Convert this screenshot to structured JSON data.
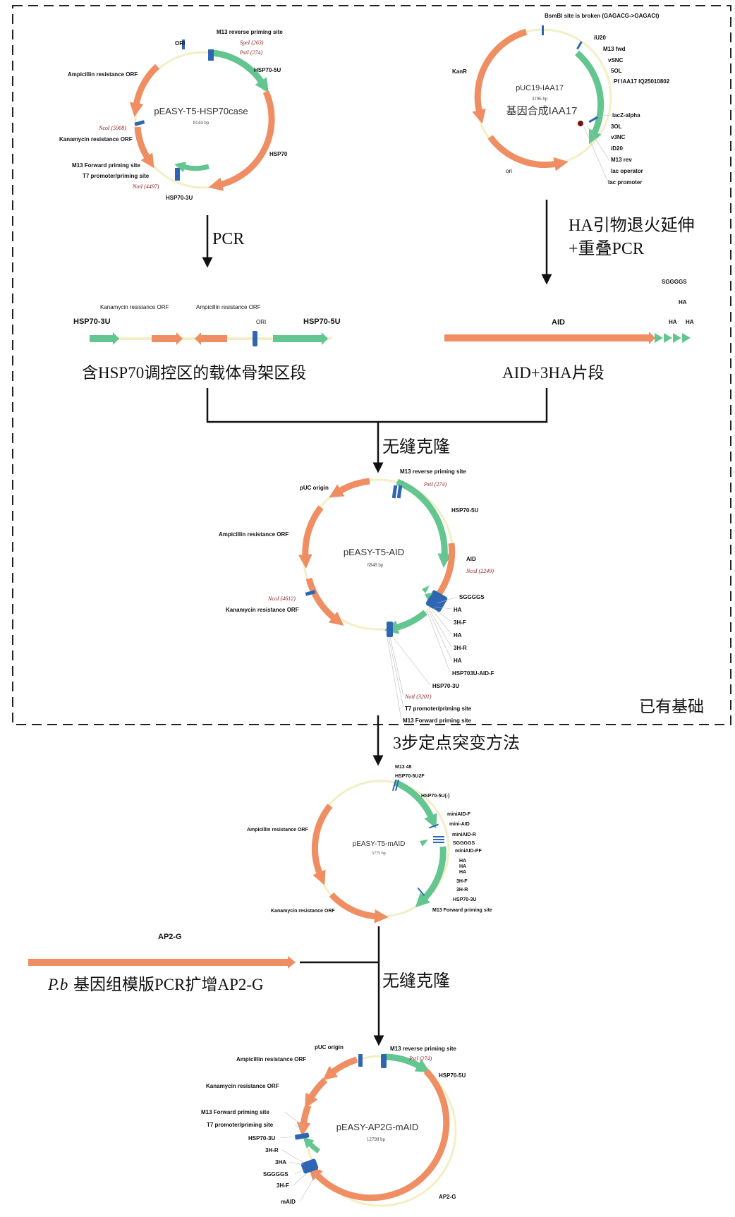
{
  "plasmid1": {
    "name": "pEASY-T5-HSP70case",
    "size": "8144 bp",
    "labels": {
      "ori": "ORI",
      "m13rev": "M13 reverse priming site",
      "spe": "SpeI (263)",
      "pst": "PstI (274)",
      "hsp5": "HSP70-5U",
      "amp": "Ampicillin resistance ORF",
      "nco": "NcoI (5908)",
      "kan": "Kanamycin resistance ORF",
      "hsp70": "HSP70",
      "m13fwd": "M13 Forward priming site",
      "t7": "T7 promoter/priming site",
      "not": "NotI (4497)",
      "hsp3": "HSP70-3U"
    }
  },
  "plasmid2": {
    "name": "pUC19-IAA17",
    "size": "3196 bp",
    "subtitle": "基因合成IAA17",
    "labels": {
      "bsmbi": "BsmBI site is broken (GAGACG->GAGACt)",
      "kanr": "KanR",
      "iu20": "iU20",
      "m13fwd": "M13 fwd",
      "vsnc": "vSNC",
      "sol": "5OL",
      "pfiaa": "Pf IAA17 IQ25010802",
      "lacz": "lacZ-alpha",
      "ol3": "3OL",
      "v3nc": "v3NC",
      "id20": "iD20",
      "m13rev": "M13 rev",
      "lacop": "lac operator",
      "lacprom": "lac promoter",
      "ori": "ori"
    }
  },
  "steps": {
    "pcr": "PCR",
    "ha_line1": "HA引物退火延伸",
    "ha_line2": "+重叠PCR",
    "seamless1": "无缝克隆",
    "mutagenesis": "3步定点突变方法",
    "seamless2": "无缝克隆",
    "basis": "已有基础"
  },
  "fragments": {
    "backbone": {
      "caption": "含HSP70调控区的载体骨架区段",
      "hsp3": "HSP70-3U",
      "kan": "Kanamycin resistance ORF",
      "amp": "Ampicillin resistance ORF",
      "ori": "ORI",
      "hsp5": "HSP70-5U"
    },
    "aid": {
      "caption": "AID+3HA片段",
      "aid": "AID",
      "sgggs": "SGGGGS",
      "ha1": "HA",
      "ha2": "HA",
      "ha3": "HA"
    },
    "ap2g": {
      "label": "AP2-G",
      "caption_italic": "P.b",
      "caption_rest": "基因组模版PCR扩增AP2-G"
    }
  },
  "plasmid3": {
    "name": "pEASY-T5-AID",
    "size": "6848 bp",
    "labels": {
      "m13rev": "M13 reverse priming site",
      "pst": "PstI (274)",
      "puc": "pUC origin",
      "hsp5": "HSP70-5U",
      "amp": "Ampicillin resistance ORF",
      "aid": "AID",
      "nco_r": "NcoI (2249)",
      "nco_l": "NcoI (4612)",
      "kan": "Kanamycin resistance ORF",
      "sgggs": "SGGGGS",
      "ha1": "HA",
      "h3f": "3H-F",
      "ha2": "HA",
      "h3r": "3H-R",
      "ha3": "HA",
      "hspaid": "HSP703U-AID-F",
      "hsp3": "HSP70-3U",
      "not": "NotI (3201)",
      "t7": "T7 promoter/priming site",
      "m13fwd": "M13 Forward priming site"
    }
  },
  "plasmid4": {
    "name": "pEASY-T5-mAID",
    "size": "5775 bp",
    "labels": {
      "m13_48": "M13 48",
      "hsp5u2f": "HSP70-5U2F",
      "hsp5neg": "HSP70-5U(-)",
      "miniaidf": "miniAID-F",
      "miniaid": "mini-AID",
      "miniaidr": "miniAID-R",
      "sgggs": "SGGGGS",
      "miniaidpf": "miniAID-PF",
      "ha1": "HA",
      "ha2": "HA",
      "ha3": "HA",
      "h3f": "3H-F",
      "h3r": "3H-R",
      "hsp3": "HSP70-3U",
      "m13fwd": "M13 Forward priming site",
      "amp": "Ampicillin resistance ORF",
      "kan": "Kanamycin resistance ORF"
    }
  },
  "plasmid5": {
    "name": "pEASY-AP2G-mAID",
    "size": "12798 bp",
    "labels": {
      "puc": "pUC origin",
      "m13rev": "M13 reverse priming site",
      "pst": "PstI (274)",
      "amp": "Ampicillin resistance ORF",
      "hsp5": "HSP70-5U",
      "kan": "Kanamycin resistance ORF",
      "m13fwd": "M13 Forward priming site",
      "t7": "T7 promoter/priming site",
      "hsp3": "HSP70-3U",
      "h3r": "3H-R",
      "ha3": "3HA",
      "sgggs": "SGGGGS",
      "h3f": "3H-F",
      "maid": "mAID",
      "ap2g": "AP2-G"
    }
  },
  "colors": {
    "orange": "#ef8e62",
    "green": "#63c58f",
    "blue": "#2f66b3",
    "ring": "#f3efc5",
    "dark_red": "#8b1a1a"
  }
}
